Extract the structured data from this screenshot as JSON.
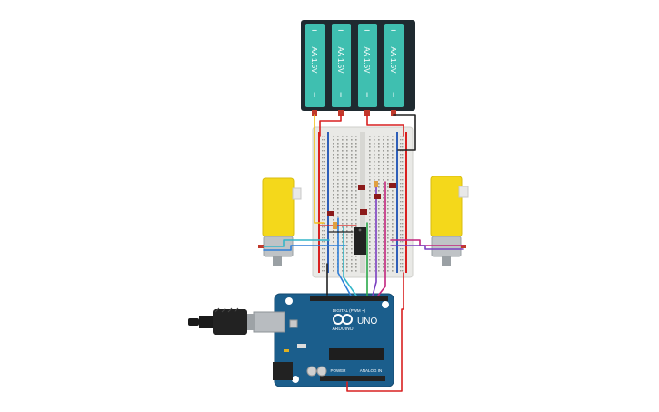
{
  "battery": {
    "cells": [
      {
        "label": "AA 1.5V",
        "minus": "−",
        "plus": "+"
      },
      {
        "label": "AA 1.5V",
        "minus": "−",
        "plus": "+"
      },
      {
        "label": "AA 1.5V",
        "minus": "−",
        "plus": "+"
      },
      {
        "label": "AA 1.5V",
        "minus": "−",
        "plus": "+"
      }
    ]
  },
  "arduino": {
    "brand": "ARDUINO",
    "model": "UNO",
    "digital_header": "DIGITAL (PWM ~)",
    "power_header": "POWER",
    "analog_header": "ANALOG IN"
  },
  "colors": {
    "battery_body": "#1f2a30",
    "cell": "#3fbfb0",
    "board": "#1b5e8c",
    "breadboard": "#e9e9e6",
    "motor": "#f4d81b",
    "wire_red": "#d92020",
    "wire_black": "#222222",
    "wire_yellow": "#f2c01a",
    "wire_blue": "#2f7fd8",
    "wire_cyan": "#34b6c8",
    "wire_green": "#2aa84a",
    "wire_purple": "#7a3fc0",
    "wire_magenta": "#c2257e"
  }
}
